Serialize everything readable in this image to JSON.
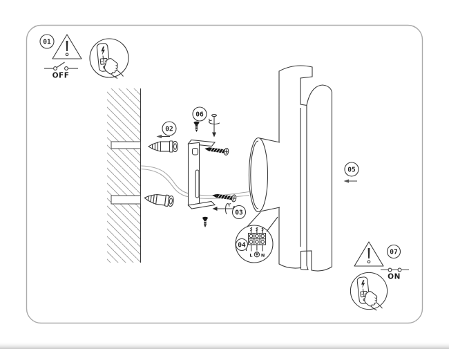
{
  "steps": {
    "s01": {
      "number": "01",
      "switch_label": "OFF"
    },
    "s02": {
      "number": "02"
    },
    "s03": {
      "number": "03"
    },
    "s04": {
      "number": "04",
      "terminal_labels": {
        "live": "L",
        "neutral": "N"
      }
    },
    "s05": {
      "number": "05"
    },
    "s06": {
      "number": "06"
    },
    "s07": {
      "number": "07",
      "switch_label": "ON"
    }
  },
  "icons": {
    "warning": "warning-triangle with exclamation mark",
    "switch_off": "open circuit switch symbol",
    "switch_on": "closed circuit switch symbol",
    "press_switch": "finger pressing wall switch inside circle",
    "turn_screw": "screw with rotation arrow",
    "direction_arrow": "left pointing arrow",
    "earth": "earth ground symbol in circle",
    "wall_anchor": "expansion plug",
    "screw": "black mounting screw"
  },
  "colors": {
    "line": "#3a3a3a",
    "muted_line": "#a8a8a8",
    "frame_border": "#aaaaaa",
    "screw_fill": "#161616",
    "background": "#ffffff"
  }
}
